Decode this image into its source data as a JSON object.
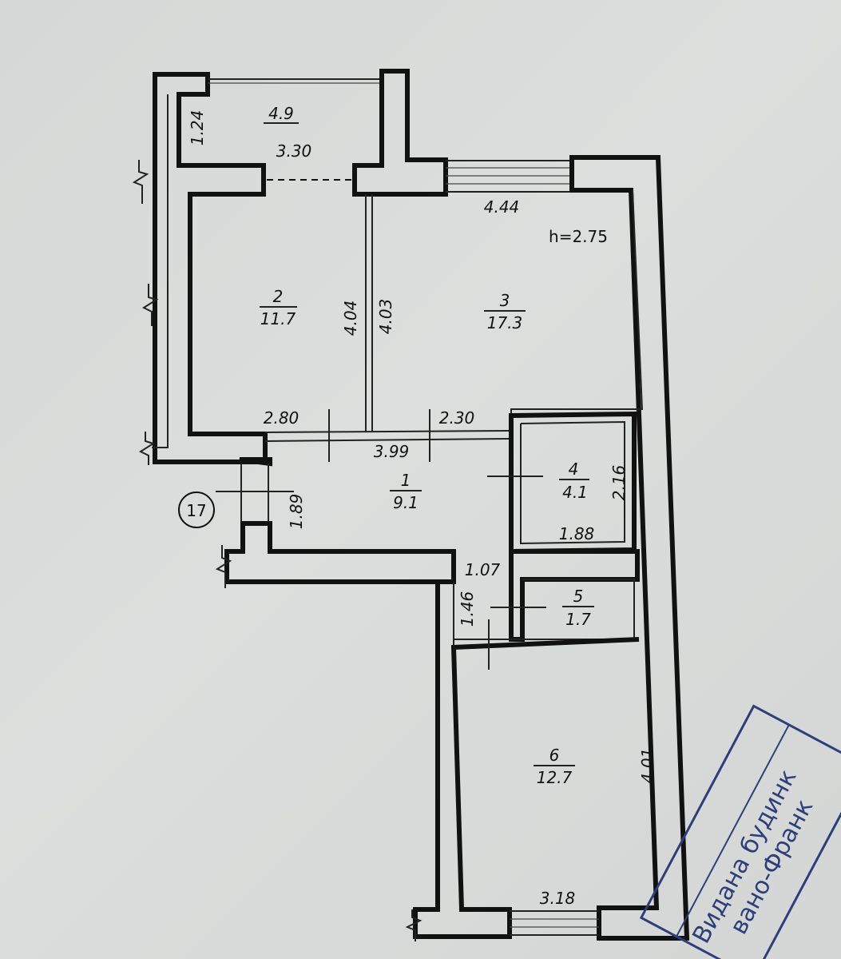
{
  "plan": {
    "ceiling_height": "h=2.75",
    "marker": "17",
    "rooms": [
      {
        "number": "1",
        "area": "9.1"
      },
      {
        "number": "2",
        "area": "11.7"
      },
      {
        "number": "3",
        "area": "17.3"
      },
      {
        "number": "4",
        "area": "4.1"
      },
      {
        "number": "5",
        "area": "1.7"
      },
      {
        "number": "6",
        "area": "12.7"
      }
    ],
    "balcony": {
      "area": "4.9"
    },
    "dimensions": {
      "balcony_depth": "1.24",
      "balcony_width": "3.30",
      "room3_width": "4.44",
      "room2_length": "4.04",
      "room3_length": "4.03",
      "room2_width": "2.80",
      "room3_bottom": "2.30",
      "hall_length": "3.99",
      "entry_width": "1.89",
      "room4_depth": "2.16",
      "room4_width": "1.88",
      "hall_passage": "1.07",
      "passage_length": "1.46",
      "room6_length": "4.01",
      "room6_width": "3.18"
    }
  },
  "stamp": {
    "line1": "Видана будинк",
    "line2": "вано-Франк"
  },
  "colors": {
    "paper": "#d9dbda",
    "ink": "#111111",
    "stamp": "#2b3f7a"
  }
}
